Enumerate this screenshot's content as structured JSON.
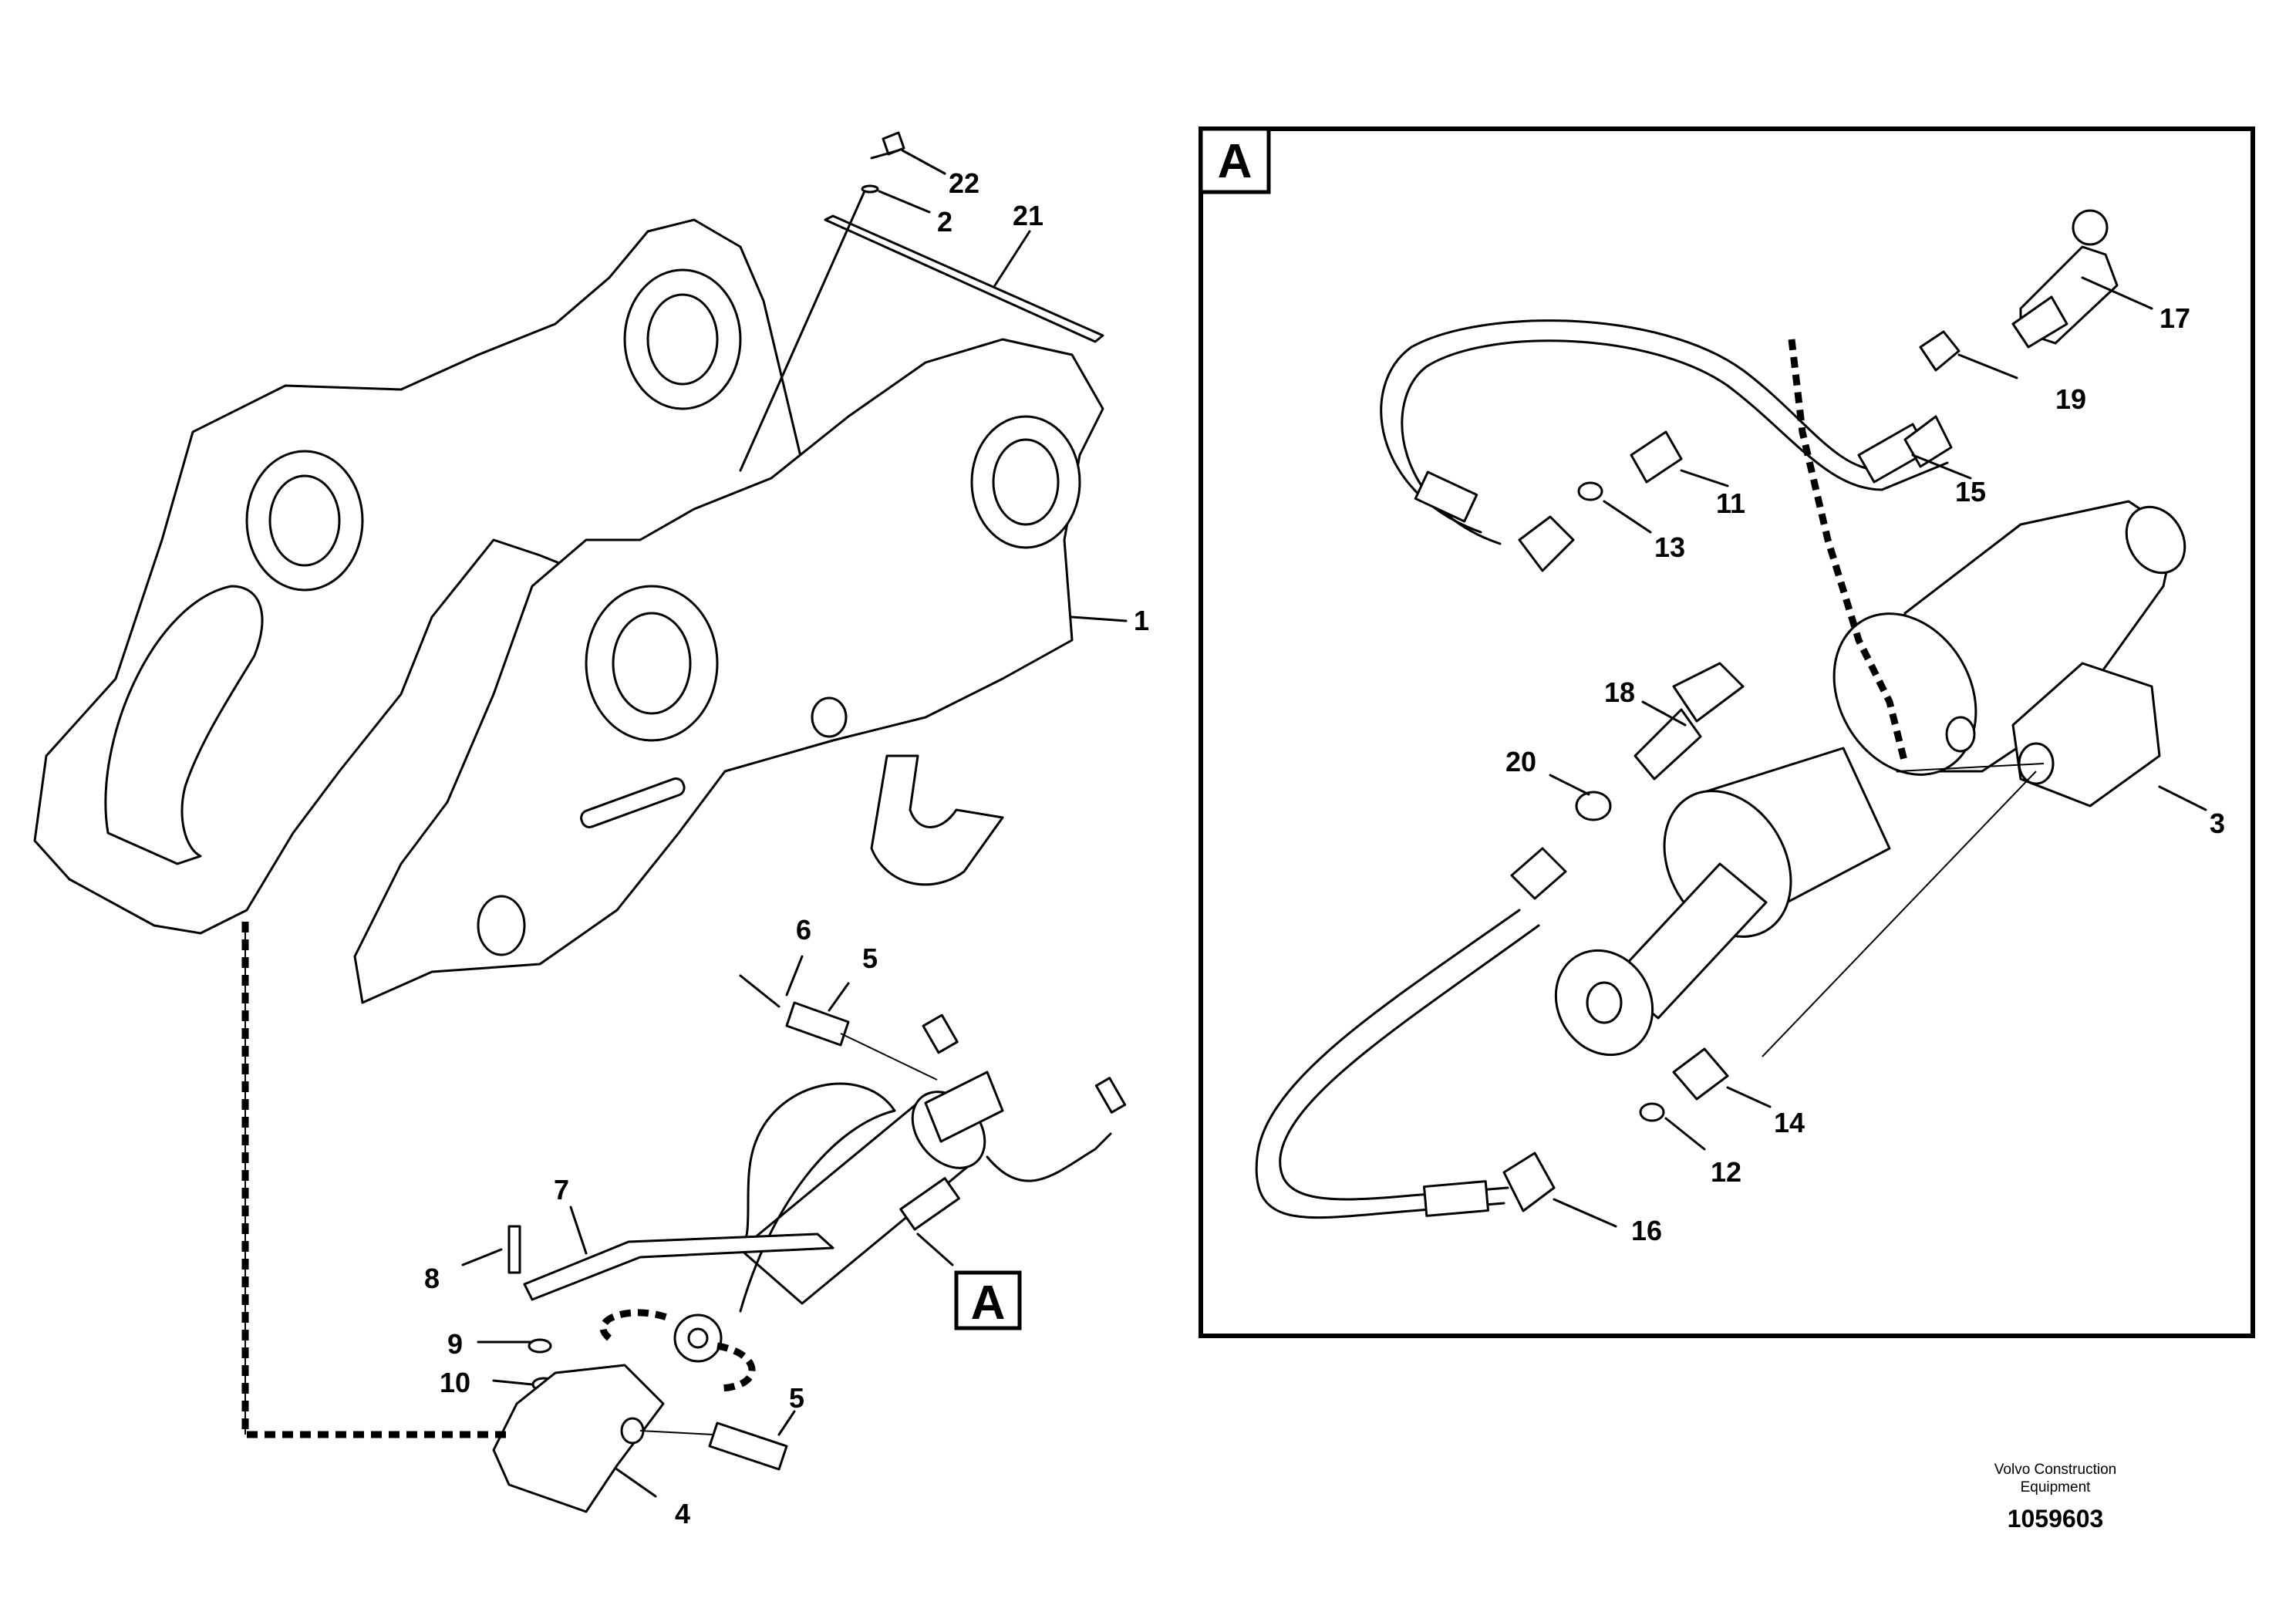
{
  "callouts": {
    "c1": "1",
    "c2": "2",
    "c3": "3",
    "c4": "4",
    "c5a": "5",
    "c5b": "5",
    "c6": "6",
    "c7": "7",
    "c8": "8",
    "c9": "9",
    "c10": "10",
    "c11": "11",
    "c12": "12",
    "c13": "13",
    "c14": "14",
    "c15": "15",
    "c16": "16",
    "c17": "17",
    "c18": "18",
    "c19": "19",
    "c20": "20",
    "c21": "21",
    "c22": "22"
  },
  "detail": {
    "marker_label": "A",
    "box_label": "A"
  },
  "footer": {
    "company_line1": "Volvo Construction",
    "company_line2": "Equipment",
    "drawing_number": "1059603"
  }
}
